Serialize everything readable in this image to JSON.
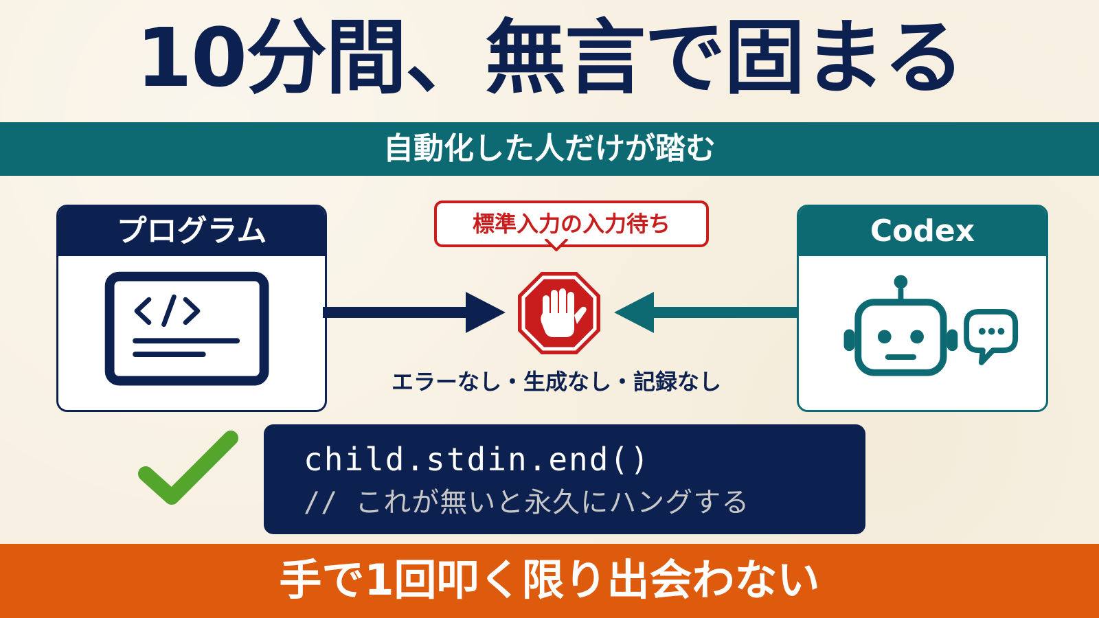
{
  "title": "10分間、無言で固まる",
  "subtitle": "自動化した人だけが踏む",
  "left_panel": {
    "title": "プログラム",
    "icon": "code-window-icon"
  },
  "right_panel": {
    "title": "Codex",
    "icon": "robot-icon",
    "secondary_icon": "chat-bubble-icon"
  },
  "callout": {
    "text": "標準入力の入力待ち"
  },
  "stop_icon": "stop-hand-icon",
  "status": {
    "text": "エラーなし・生成なし・記録なし"
  },
  "code": {
    "line1": "child.stdin.end()",
    "line2": "// これが無いと永久にハングする"
  },
  "footer": {
    "text": "手で1回叩く限り出会わない"
  },
  "colors": {
    "navy": "#0d2150",
    "teal": "#0d6a72",
    "red": "#c91c1c",
    "orange": "#de5a0d",
    "green": "#53a52b",
    "background": "#f8f1e3"
  }
}
